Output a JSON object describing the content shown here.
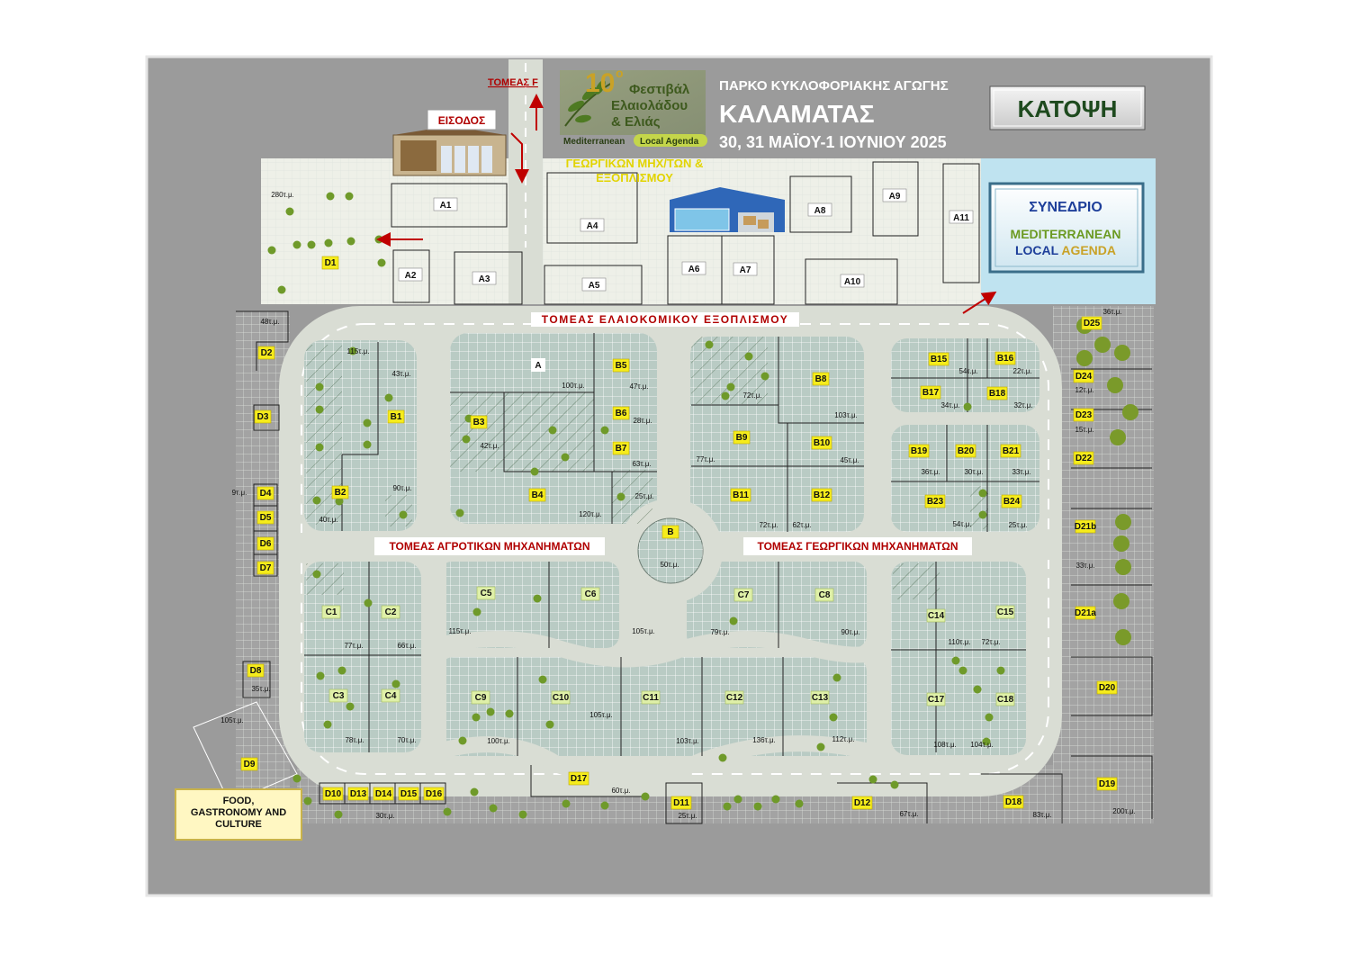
{
  "header": {
    "festival_number": "10",
    "festival_ordinal": "ο",
    "festival_line1": "Φεστιβάλ",
    "festival_line2": "Ελαιολάδου",
    "festival_line3": "& Ελιάς",
    "logo_sub_left": "Mediterranean",
    "logo_sub_right": "Local Agenda",
    "park_line1": "ΠΑΡΚΟ ΚΥΚΛΟΦΟΡΙΑΚΗΣ ΑΓΩΓΗΣ",
    "park_line2": "ΚΑΛΑΜΑΤΑΣ",
    "dates": "30, 31 ΜΑΪΟΥ-1 ΙΟΥΝΙΟΥ 2025",
    "plan_button": "ΚΑΤΟΨΗ",
    "sector_f": "ΤΟΜΕΑΣ F",
    "entrance": "ΕΙΣΟΔΟΣ",
    "agri_machines_line1": "ΓΕΩΡΓΙΚΩΝ ΜΗΧ/ΤΩΝ &",
    "agri_machines_line2": "ΕΞΟΠΛΙΣΜΟΥ"
  },
  "conference": {
    "title": "ΣΥΝΕΔΡΙΟ",
    "line1": "MEDITERRANEAN",
    "line2a": "LOCAL ",
    "line2b": "AGENDA"
  },
  "sectors": {
    "olive_equipment": "ΤΟΜΕΑΣ ΕΛΑΙΟΚΟΜΙΚΟΥ ΕΞΟΠΛΙΣΜΟΥ",
    "agro_machines": "ΤΟΜΕΑΣ ΑΓΡΟΤΙΚΩΝ ΜΗΧΑΝΗΜΑΤΩΝ",
    "farm_machines": "ΤΟΜΕΑΣ ΓΕΩΡΓΙΚΩΝ ΜΗΧΑΝΗΜΑΤΩΝ"
  },
  "food": {
    "line1": "FOOD,",
    "line2": "GASTRONOMY AND",
    "line3": "CULTURE"
  },
  "colors": {
    "background": "#9b9b9b",
    "lot": "#eef0e8",
    "pavilion": "#b9cbc4",
    "road": "#d9ddd4",
    "label_yellow": "#f6ec1c",
    "label_green": "#dff0a8",
    "sector_red": "#b00000",
    "tree": "#7a9a2a",
    "conference_bg": "#bfe3f0"
  },
  "plots_top": [
    {
      "id": "A1"
    },
    {
      "id": "A2"
    },
    {
      "id": "A3"
    },
    {
      "id": "A4"
    },
    {
      "id": "A5"
    },
    {
      "id": "A6"
    },
    {
      "id": "A7"
    },
    {
      "id": "A8"
    },
    {
      "id": "A9"
    },
    {
      "id": "A10"
    },
    {
      "id": "A11"
    }
  ],
  "stalls": [
    {
      "id": "D1"
    },
    {
      "id": "A"
    },
    {
      "id": "B1"
    },
    {
      "id": "B2"
    },
    {
      "id": "B3"
    },
    {
      "id": "B4"
    },
    {
      "id": "B5"
    },
    {
      "id": "B6"
    },
    {
      "id": "B7"
    },
    {
      "id": "B8"
    },
    {
      "id": "B9"
    },
    {
      "id": "B10"
    },
    {
      "id": "B11"
    },
    {
      "id": "B12"
    },
    {
      "id": "B15"
    },
    {
      "id": "B16"
    },
    {
      "id": "B17"
    },
    {
      "id": "B18"
    },
    {
      "id": "B19"
    },
    {
      "id": "B20"
    },
    {
      "id": "B21"
    },
    {
      "id": "B23"
    },
    {
      "id": "B24"
    },
    {
      "id": "B"
    },
    {
      "id": "D2"
    },
    {
      "id": "D3"
    },
    {
      "id": "D4"
    },
    {
      "id": "D5"
    },
    {
      "id": "D6"
    },
    {
      "id": "D7"
    },
    {
      "id": "D8"
    },
    {
      "id": "D9"
    },
    {
      "id": "D10"
    },
    {
      "id": "D13"
    },
    {
      "id": "D14"
    },
    {
      "id": "D15"
    },
    {
      "id": "D16"
    },
    {
      "id": "D17"
    },
    {
      "id": "D11"
    },
    {
      "id": "D12"
    },
    {
      "id": "D18"
    },
    {
      "id": "D19"
    },
    {
      "id": "D20"
    },
    {
      "id": "D21a"
    },
    {
      "id": "D21b"
    },
    {
      "id": "D22"
    },
    {
      "id": "D23"
    },
    {
      "id": "D24"
    },
    {
      "id": "D25"
    }
  ],
  "stalls_green": [
    {
      "id": "C1"
    },
    {
      "id": "C2"
    },
    {
      "id": "C3"
    },
    {
      "id": "C4"
    },
    {
      "id": "C5"
    },
    {
      "id": "C6"
    },
    {
      "id": "C7"
    },
    {
      "id": "C8"
    },
    {
      "id": "C9"
    },
    {
      "id": "C10"
    },
    {
      "id": "C11"
    },
    {
      "id": "C12"
    },
    {
      "id": "C13"
    },
    {
      "id": "C14"
    },
    {
      "id": "C15"
    },
    {
      "id": "C17"
    },
    {
      "id": "C18"
    }
  ],
  "areas": [
    {
      "t": "280τ.μ."
    },
    {
      "t": "48τ.μ."
    },
    {
      "t": "115τ.μ."
    },
    {
      "t": "43τ.μ."
    },
    {
      "t": "100τ.μ."
    },
    {
      "t": "47τ.μ."
    },
    {
      "t": "28τ.μ."
    },
    {
      "t": "42τ.μ."
    },
    {
      "t": "63τ.μ."
    },
    {
      "t": "25τ.μ."
    },
    {
      "t": "120τ.μ."
    },
    {
      "t": "90τ.μ."
    },
    {
      "t": "40τ.μ."
    },
    {
      "t": "9τ.μ."
    },
    {
      "t": "72τ.μ."
    },
    {
      "t": "103τ.μ."
    },
    {
      "t": "77τ.μ."
    },
    {
      "t": "45τ.μ."
    },
    {
      "t": "72τ.μ."
    },
    {
      "t": "62τ.μ."
    },
    {
      "t": "54τ.μ."
    },
    {
      "t": "22τ.μ."
    },
    {
      "t": "34τ.μ."
    },
    {
      "t": "32τ.μ."
    },
    {
      "t": "36τ.μ."
    },
    {
      "t": "30τ.μ."
    },
    {
      "t": "33τ.μ."
    },
    {
      "t": "54τ.μ."
    },
    {
      "t": "25τ.μ."
    },
    {
      "t": "36τ.μ."
    },
    {
      "t": "12τ.μ."
    },
    {
      "t": "15τ.μ."
    },
    {
      "t": "33τ.μ."
    },
    {
      "t": "50τ.μ."
    },
    {
      "t": "77τ.μ."
    },
    {
      "t": "66τ.μ."
    },
    {
      "t": "115τ.μ."
    },
    {
      "t": "105τ.μ."
    },
    {
      "t": "79τ.μ."
    },
    {
      "t": "90τ.μ."
    },
    {
      "t": "110τ.μ."
    },
    {
      "t": "72τ.μ."
    },
    {
      "t": "35τ.μ."
    },
    {
      "t": "105τ.μ."
    },
    {
      "t": "78τ.μ."
    },
    {
      "t": "70τ.μ."
    },
    {
      "t": "100τ.μ."
    },
    {
      "t": "105τ.μ."
    },
    {
      "t": "103τ.μ."
    },
    {
      "t": "136τ.μ."
    },
    {
      "t": "112τ.μ."
    },
    {
      "t": "108τ.μ."
    },
    {
      "t": "104τ.μ."
    },
    {
      "t": "60τ.μ."
    },
    {
      "t": "25τ.μ."
    },
    {
      "t": "67τ.μ."
    },
    {
      "t": "83τ.μ."
    },
    {
      "t": "200τ.μ."
    },
    {
      "t": "30τ.μ."
    }
  ]
}
